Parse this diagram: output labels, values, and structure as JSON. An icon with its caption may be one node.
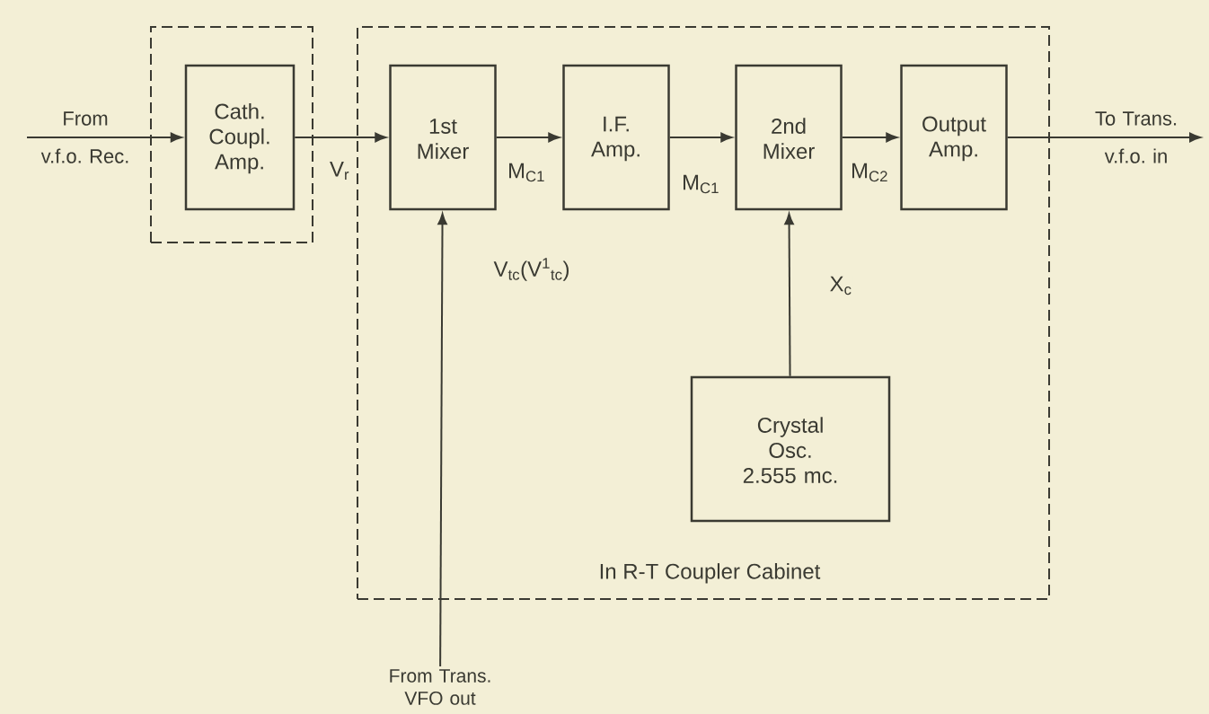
{
  "diagram": {
    "nodes": [
      {
        "text": [],
        "shape": "box"
      },
      {
        "text": [
          "Cath. Coupl. Amp."
        ],
        "in": 0
      },
      {
        "text": [
          "In R-T Coupler Cabinet"
        ]
      },
      {
        "text": [
          "1st Mixer"
        ],
        "in": 2
      },
      {
        "text": [
          "I.F. Amp."
        ],
        "in": 2
      },
      {
        "text": [
          "2nd Mixer"
        ],
        "in": 2
      },
      {
        "text": [
          "Output Amp."
        ],
        "in": 2
      },
      {
        "text": [
          "Crystal Osc. 2.555 mc."
        ],
        "in": 2
      },
      {
        "text": [
          "From Trans. VFO out"
        ]
      }
    ],
    "edges": [
      {
        "from": null,
        "to": 1,
        "arrow": "to",
        "label": "From v.f.o. Rec."
      },
      {
        "from": 1,
        "to": 3,
        "arrow": "to",
        "label": "V$_{r}$"
      },
      {
        "from": 3,
        "to": 4,
        "arrow": "to",
        "label": "M$_{C1}$"
      },
      {
        "from": 4,
        "to": 5,
        "arrow": "to",
        "label": "M$_{C1}$"
      },
      {
        "from": 5,
        "to": 6,
        "arrow": "to",
        "label": "M$_{C2}$"
      },
      {
        "from": 6,
        "to": null,
        "arrow": "to",
        "label": "To Trans. v.f.o. in"
      },
      {
        "from": 8,
        "to": 3,
        "arrow": "to",
        "label": "V$_{tc}$(V$^{1}$$_{tc}$)"
      },
      {
        "from": 7,
        "to": 5,
        "arrow": "to",
        "label": "X$_{c}$"
      }
    ]
  }
}
